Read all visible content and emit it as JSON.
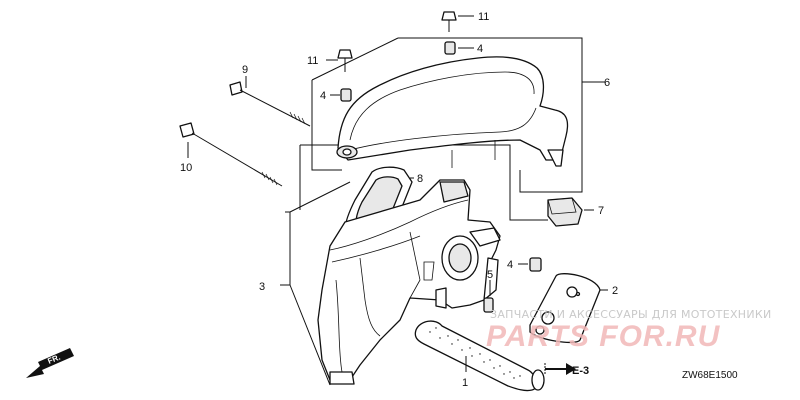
{
  "callouts": {
    "c1": "1",
    "c2": "2",
    "c3": "3",
    "c4a": "4",
    "c4b": "4",
    "c4c": "4",
    "c5": "5",
    "c6": "6",
    "c7": "7",
    "c8": "8",
    "c9": "9",
    "c10": "10",
    "c11a": "11",
    "c11b": "11"
  },
  "reference": {
    "label": "E-3"
  },
  "direction": {
    "label": "FR."
  },
  "diagram_code": "ZW68E1500",
  "watermark": {
    "top_text": "ЗАПЧАСТИ И АКСЕССУАРЫ ДЛЯ МОТОТЕХНИКИ",
    "logo_text": "PARTS FOR.RU"
  }
}
